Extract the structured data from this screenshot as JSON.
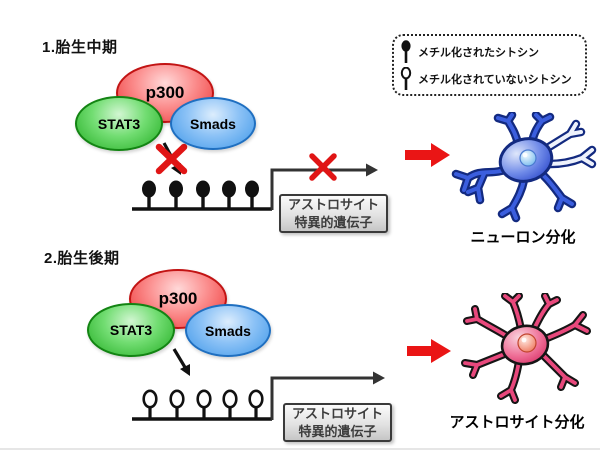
{
  "legend": {
    "items": [
      {
        "icon": "methylated-cytosine-icon",
        "state": "methylated",
        "label": "メチル化されたシトシン"
      },
      {
        "icon": "unmethylated-cytosine-icon",
        "state": "unmethylated",
        "label": "メチル化されていないシトシン"
      }
    ]
  },
  "sections": [
    {
      "title": "1.胎生中期",
      "complex": [
        {
          "label": "p300"
        },
        {
          "label": "STAT3"
        },
        {
          "label": "Smads"
        }
      ],
      "cytosine_sites": 5,
      "cytosine_state": "methylated",
      "binding_blocked": true,
      "transcription_blocked": true,
      "gene_box": [
        "アストロサイト",
        "特異的遺伝子"
      ],
      "outcome_cell": "neuron",
      "outcome_label": "ニューロン分化"
    },
    {
      "title": "2.胎生後期",
      "complex": [
        {
          "label": "p300"
        },
        {
          "label": "STAT3"
        },
        {
          "label": "Smads"
        }
      ],
      "cytosine_sites": 5,
      "cytosine_state": "unmethylated",
      "binding_blocked": false,
      "transcription_blocked": false,
      "gene_box": [
        "アストロサイト",
        "特異的遺伝子"
      ],
      "outcome_cell": "astrocyte",
      "outcome_label": "アストロサイト分化"
    }
  ],
  "colors": {
    "accent_red": "#ea1515",
    "p300_fill": "#ee3333",
    "stat3_fill": "#23ad23",
    "smads_fill": "#3e97e8",
    "neuron_blue": "#2743c8",
    "astrocyte_pink": "#e0336b",
    "line_black": "#111111",
    "gene_box_gray": "#d9d9d9"
  }
}
